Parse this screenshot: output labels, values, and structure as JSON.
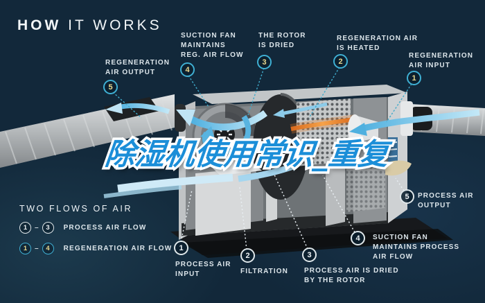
{
  "title": {
    "bold": "HOW",
    "rest": " IT WORKS"
  },
  "watermark": {
    "text": "除湿机使用常识_重复",
    "color": "#1b8ed8"
  },
  "legend": {
    "heading": "TWO FLOWS OF AIR",
    "rows": [
      {
        "from": "1",
        "dash": "–",
        "to": "3",
        "label": "PROCESS AIR FLOW"
      },
      {
        "from": "1",
        "dash": "–",
        "to": "4",
        "label": "REGENERATION AIR FLOW"
      }
    ]
  },
  "callouts": {
    "regeneration": [
      {
        "num": "1",
        "label": "REGENERATION\nAIR INPUT"
      },
      {
        "num": "2",
        "label": "REGENERATION AIR\nIS HEATED"
      },
      {
        "num": "3",
        "label": "THE ROTOR\nIS DRIED"
      },
      {
        "num": "4",
        "label": "SUCTION FAN\nMAINTAINS\nREG. AIR FLOW"
      },
      {
        "num": "5",
        "label": "REGENERATION\nAIR OUTPUT"
      }
    ],
    "process": [
      {
        "num": "1",
        "label": "PROCESS AIR\nINPUT"
      },
      {
        "num": "2",
        "label": "FILTRATION"
      },
      {
        "num": "3",
        "label": "PROCESS AIR IS DRIED\nBY THE ROTOR"
      },
      {
        "num": "4",
        "label": "SUCTION FAN\nMAINTAINS PROCESS\nAIR FLOW"
      },
      {
        "num": "5",
        "label": "PROCESS AIR\nOUTPUT"
      }
    ]
  },
  "colors": {
    "background": "#12283a",
    "accent_cyan": "#3fb0d4",
    "badge_number_yellow": "#ead98f",
    "label_text": "#dde6eb",
    "watermark_blue": "#1b8ed8",
    "arrow_blue": "#6fc3e8",
    "heater_orange": "#e07c28"
  }
}
